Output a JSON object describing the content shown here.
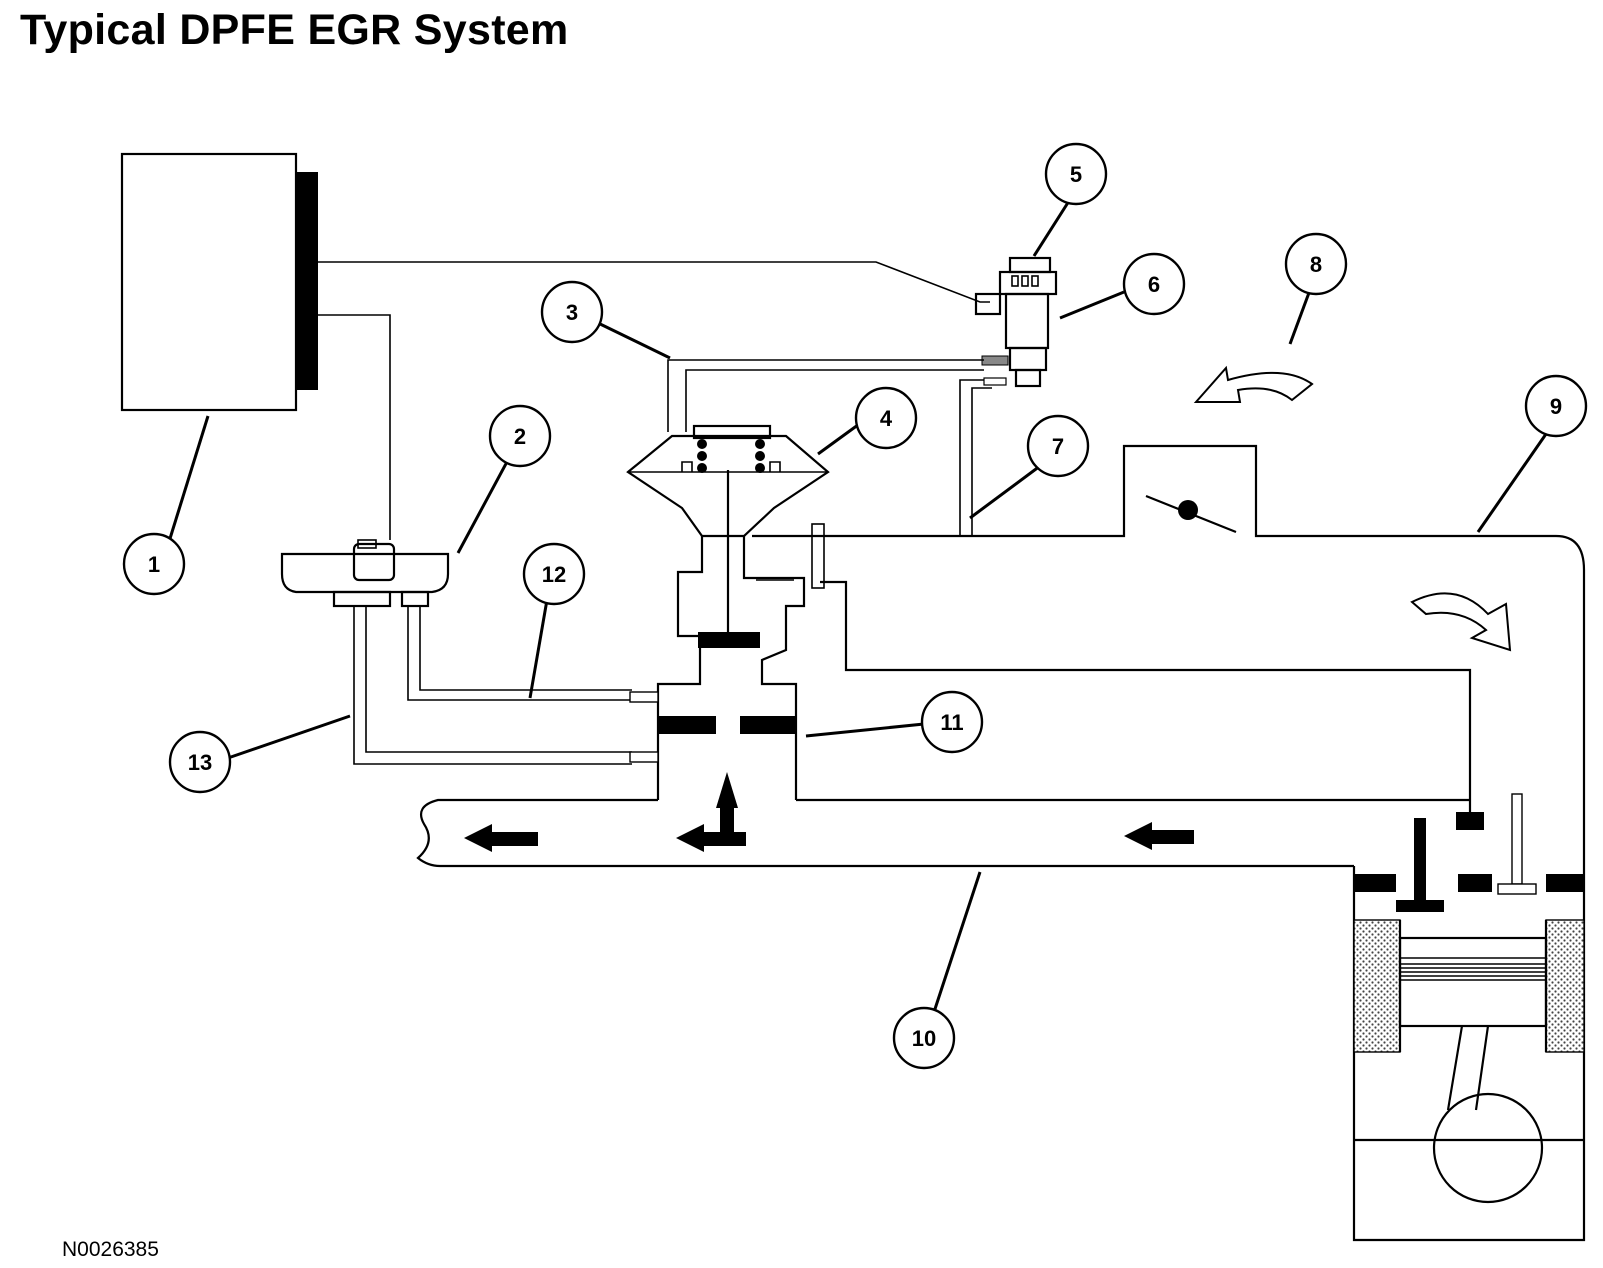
{
  "title": "Typical DPFE EGR System",
  "figure_id": "N0026385",
  "callouts": [
    "1",
    "2",
    "3",
    "4",
    "5",
    "6",
    "7",
    "8",
    "9",
    "10",
    "11",
    "12",
    "13"
  ]
}
